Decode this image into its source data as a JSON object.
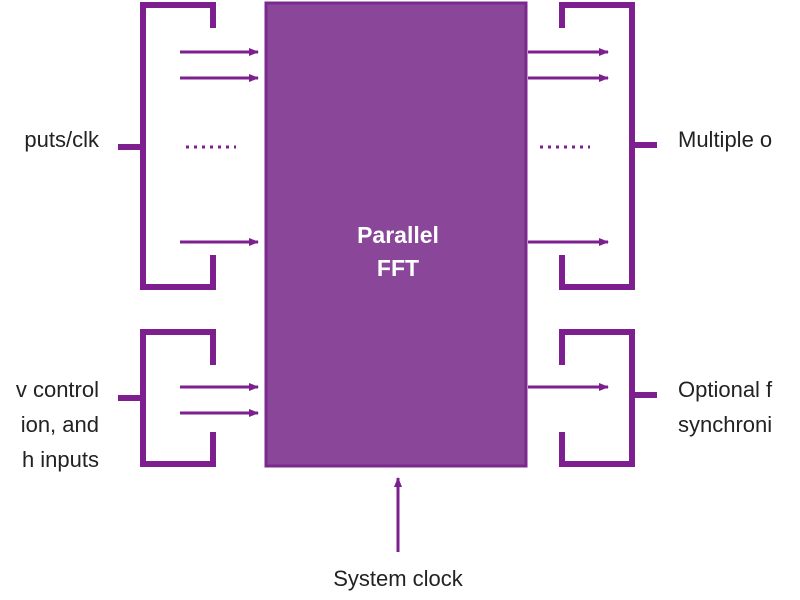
{
  "block": {
    "line1": "Parallel",
    "line2": "FFT"
  },
  "labels": {
    "left_top": "puts/clk",
    "left_bottom": [
      "v control",
      "ion, and",
      "h inputs"
    ],
    "right_top": "Multiple o",
    "right_bottom": [
      "Optional f",
      "synchroni"
    ],
    "bottom": "System clock"
  },
  "colors": {
    "line": "#7d1f8f",
    "block_fill": "#8a4799",
    "block_border": "#7a2a8c",
    "text": "#222222"
  }
}
